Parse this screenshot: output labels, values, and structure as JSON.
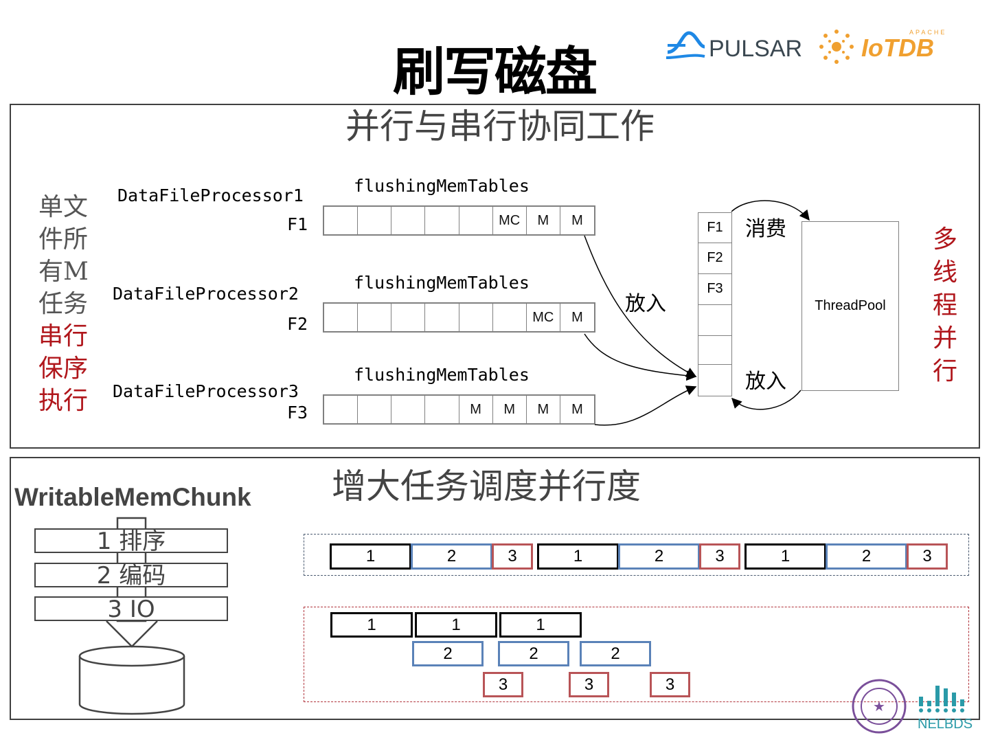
{
  "title": "刷写磁盘",
  "logos": {
    "left": "PULSAR",
    "right": "IoTDB",
    "right_super": "APACHE",
    "footer_right": "NELBDS"
  },
  "top_panel": {
    "subtitle": "并行与串行协同工作",
    "left_note": {
      "gray": [
        "单文",
        "件所",
        "有M",
        "任务"
      ],
      "red": [
        "串行",
        "保序",
        "执行"
      ]
    },
    "right_note": [
      "多",
      "线",
      "程",
      "并",
      "行"
    ],
    "processors": [
      {
        "name": "DataFileProcessor1",
        "file": "F1",
        "queue_label": "flushingMemTables",
        "cells": [
          "",
          "",
          "",
          "",
          "",
          "MC",
          "M",
          "M"
        ]
      },
      {
        "name": "DataFileProcessor2",
        "file": "F2",
        "queue_label": "flushingMemTables",
        "cells": [
          "",
          "",
          "",
          "",
          "",
          "",
          "MC",
          "M"
        ]
      },
      {
        "name": "DataFileProcessor3",
        "file": "F3",
        "queue_label": "flushingMemTables",
        "cells": [
          "",
          "",
          "",
          "",
          "M",
          "M",
          "M",
          "M"
        ]
      }
    ],
    "put_label": "放入",
    "task_queue": [
      "F1",
      "F2",
      "F3",
      "",
      "",
      ""
    ],
    "consume_label": "消费",
    "put_back_label": "放入",
    "threadpool_label": "ThreadPool"
  },
  "bottom_panel": {
    "subtitle": "增大任务调度并行度",
    "chunk_title": "WritableMemChunk",
    "steps": [
      "1 排序",
      "2 编码",
      "3 IO"
    ],
    "serial_colors": {
      "step1": "#000000",
      "step2": "#5a82b8",
      "step3": "#b85457"
    },
    "serial_row": [
      "1",
      "2",
      "3",
      "1",
      "2",
      "3",
      "1",
      "2",
      "3"
    ],
    "pipeline_rows": [
      [
        "1",
        "1",
        "1"
      ],
      [
        "2",
        "2",
        "2"
      ],
      [
        "3",
        "3",
        "3"
      ]
    ]
  }
}
